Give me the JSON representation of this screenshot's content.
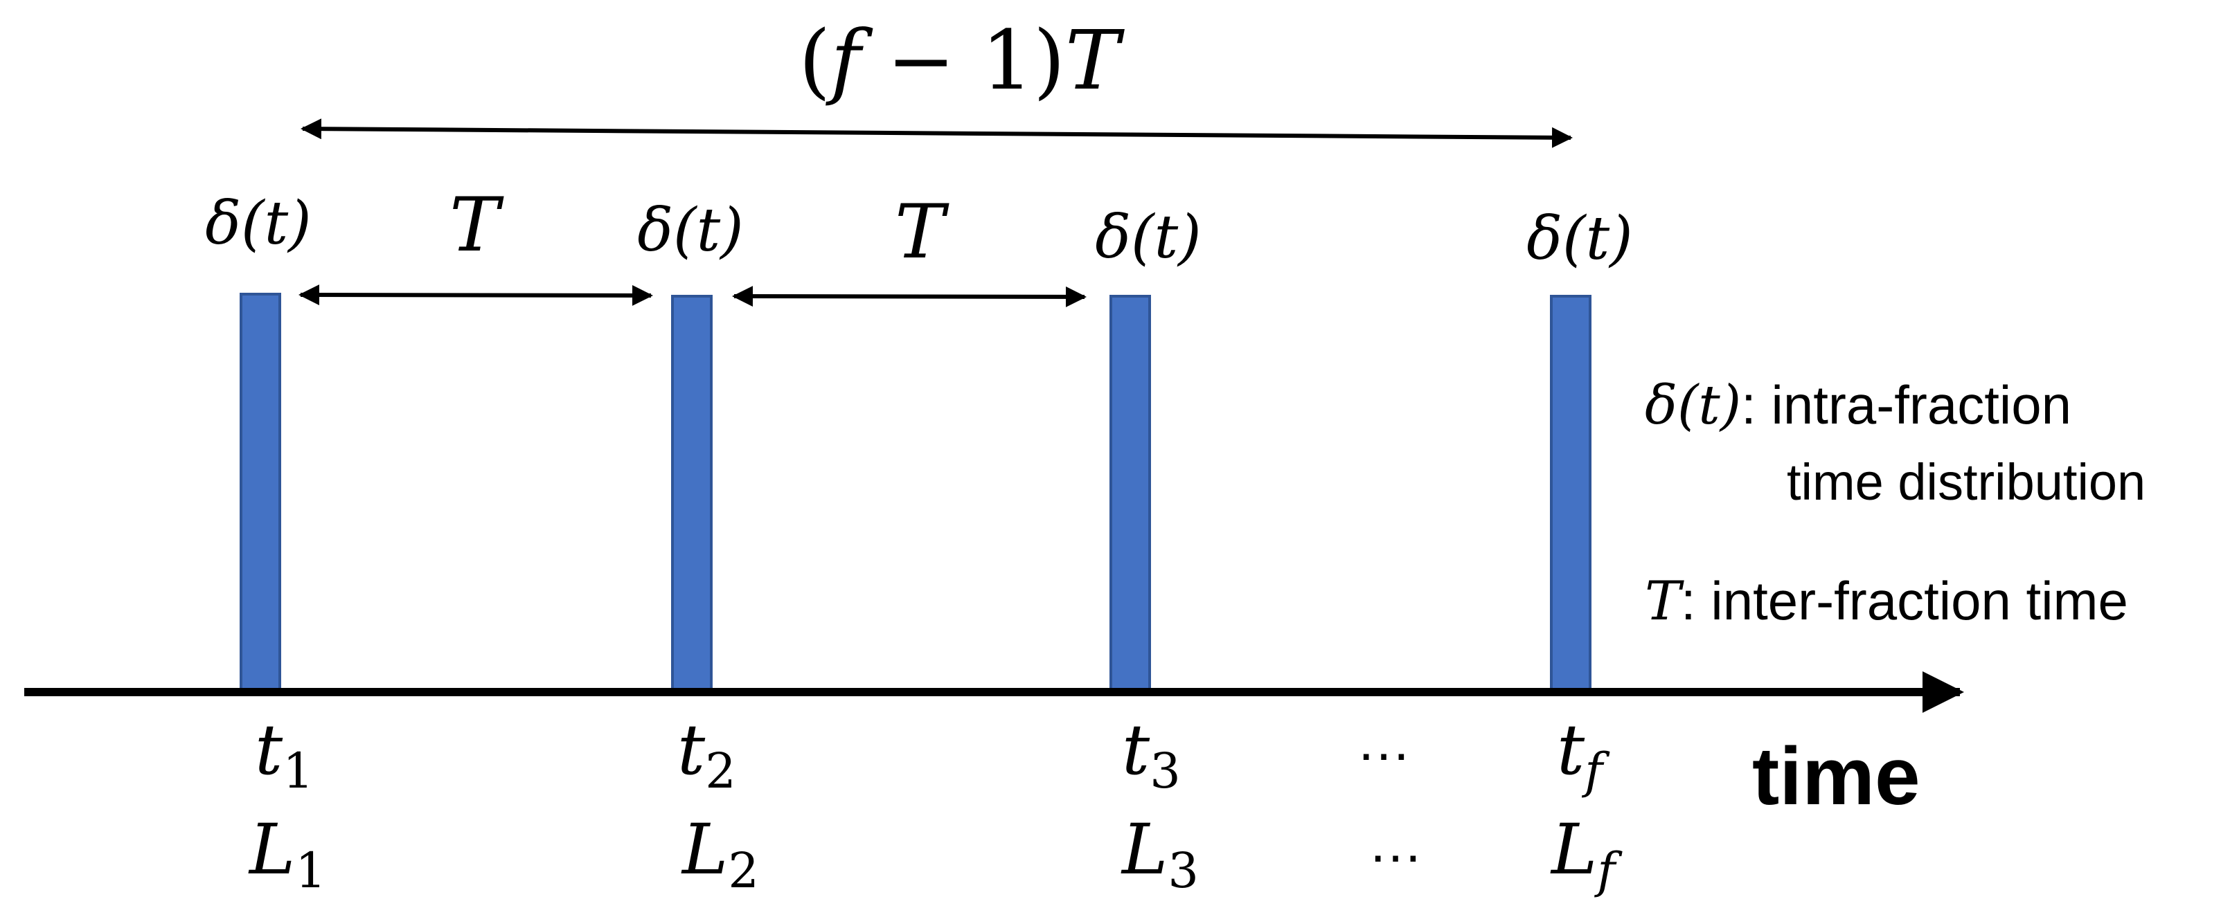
{
  "span_label": {
    "open": "(",
    "f": "f",
    "minus_one": " − 1)",
    "T": "T"
  },
  "interval_label": "T",
  "delta_label": "δ(t)",
  "time_axis_label": "time",
  "ellipsis": "…",
  "fractions": [
    {
      "t_base": "t",
      "t_sub": "1",
      "L_base": "L",
      "L_sub": "1"
    },
    {
      "t_base": "t",
      "t_sub": "2",
      "L_base": "L",
      "L_sub": "2"
    },
    {
      "t_base": "t",
      "t_sub": "3",
      "L_base": "L",
      "L_sub": "3"
    },
    {
      "t_base": "t",
      "t_sub": "f",
      "L_base": "L",
      "L_sub": "f"
    }
  ],
  "legend": {
    "delta_symbol": "δ(t)",
    "delta_text_line1": ": intra-fraction",
    "delta_text_line2": "time distribution",
    "T_symbol": "T",
    "T_text": ": inter-fraction time"
  },
  "colors": {
    "bar": "#4472C4",
    "bar_edge": "#2F5597",
    "ink": "#000000"
  }
}
